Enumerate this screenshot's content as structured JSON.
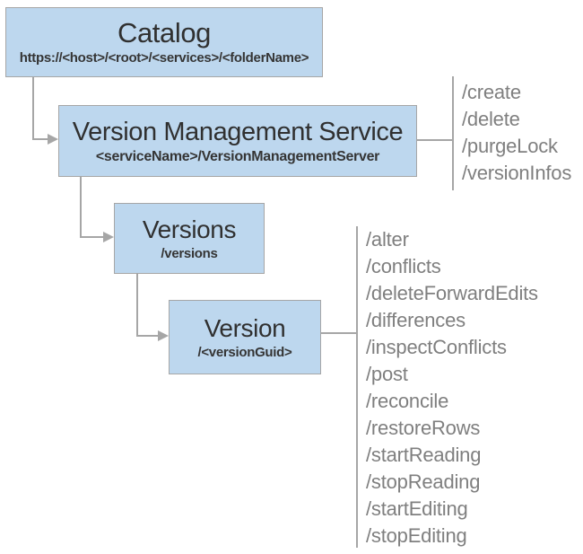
{
  "diagram": {
    "title_hint": "Version Management Service REST resource hierarchy",
    "colors": {
      "box_fill": "#BDD7EE",
      "box_border": "#A6A6A6",
      "connector": "#A6A6A6",
      "title_text": "#303030",
      "subtitle_text": "#353535",
      "operation_text": "#7F7F7F",
      "background": "#FFFFFF"
    },
    "nodes": {
      "catalog": {
        "title": "Catalog",
        "subtitle": "https://<host>/<root>/<services>/<folderName>"
      },
      "version_management_service": {
        "title": "Version Management Service",
        "subtitle": "<serviceName>/VersionManagementServer"
      },
      "versions": {
        "title": "Versions",
        "subtitle": "/versions"
      },
      "version": {
        "title": "Version",
        "subtitle": "/<versionGuid>"
      }
    },
    "operations": {
      "version_management_service": [
        "/create",
        "/delete",
        "/purgeLock",
        "/versionInfos"
      ],
      "version": [
        "/alter",
        "/conflicts",
        "/deleteForwardEdits",
        "/differences",
        "/inspectConflicts",
        "/post",
        "/reconcile",
        "/restoreRows",
        "/startReading",
        "/stopReading",
        "/startEditing",
        "/stopEditing"
      ]
    }
  }
}
